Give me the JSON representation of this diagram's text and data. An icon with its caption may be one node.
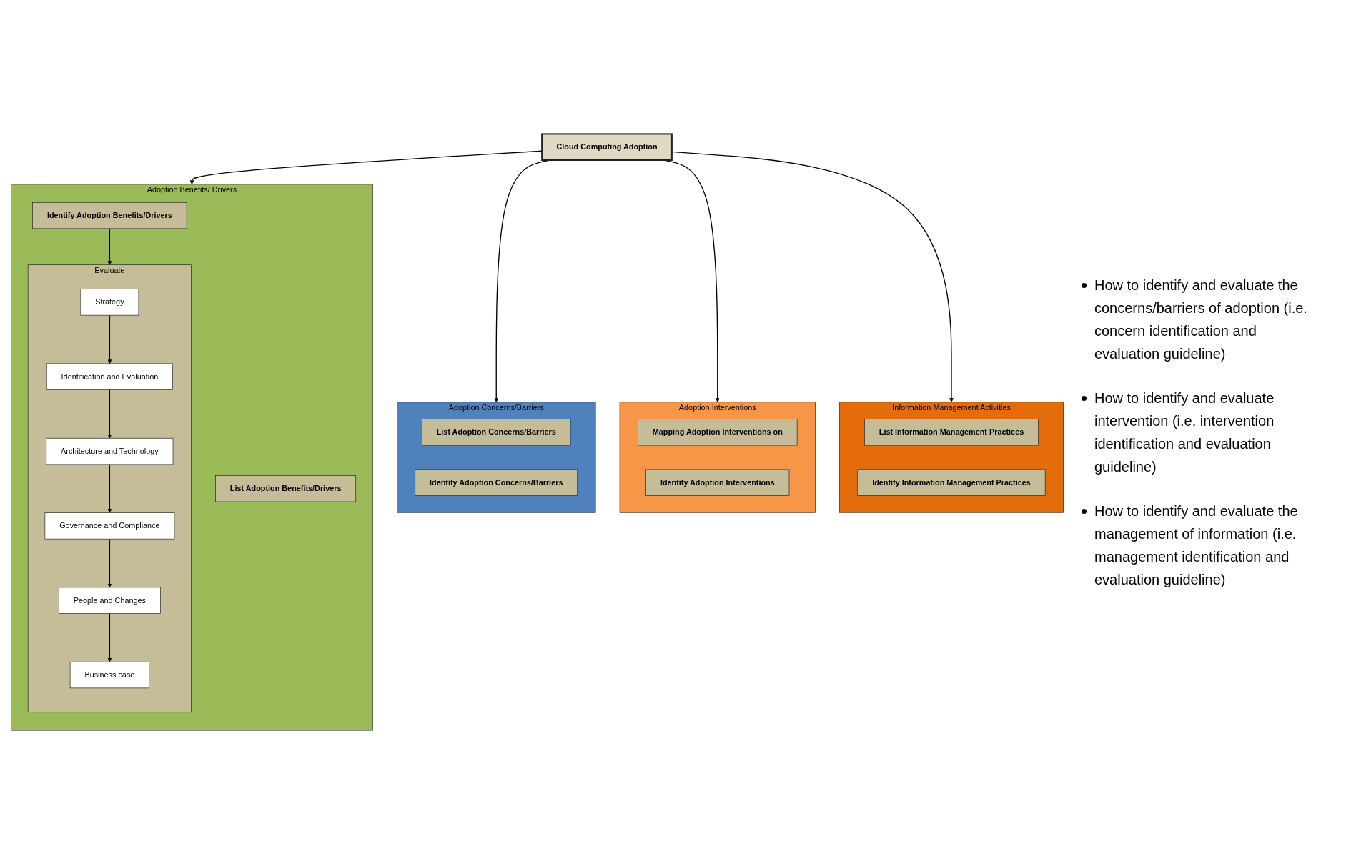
{
  "diagram": {
    "nodes": [
      {
        "text": [
          "Cloud Computing Adoption"
        ]
      },
      {
        "text": [
          "Adoption Benefits/ Drivers"
        ]
      },
      {
        "text": [
          "List Adoption Benefits/Drivers"
        ],
        "in": 1
      },
      {
        "text": [
          "Identify Adoption Benefits/Drivers"
        ],
        "in": 1
      },
      {
        "text": [
          "Evaluate"
        ],
        "in": 1
      },
      {
        "text": [
          "Strategy"
        ],
        "in": 4
      },
      {
        "text": [
          "Identification and Evaluation"
        ],
        "in": 4
      },
      {
        "text": [
          "Architecture and Technology"
        ],
        "in": 4
      },
      {
        "text": [
          "Governance and Compliance"
        ],
        "in": 4
      },
      {
        "text": [
          "People and Changes"
        ],
        "in": 4
      },
      {
        "text": [
          "Business case"
        ],
        "in": 4
      },
      {
        "text": [
          "Adoption Concerns/Barriers"
        ]
      },
      {
        "text": [
          "List Adoption Concerns/Barriers"
        ],
        "in": 11
      },
      {
        "text": [
          "Identify Adoption Concerns/Barriers"
        ],
        "in": 11
      },
      {
        "text": [
          "Adoption Interventions"
        ]
      },
      {
        "text": [
          "Mapping Adoption Interventions on"
        ],
        "in": 14
      },
      {
        "text": [
          "Identify Adoption Interventions"
        ],
        "in": 14
      },
      {
        "text": [
          "Information Management Activities"
        ]
      },
      {
        "text": [
          "List Information Management Practices"
        ],
        "in": 17
      },
      {
        "text": [
          "Identify Information Management Practices"
        ],
        "in": 17
      }
    ],
    "edges": [
      {
        "from": 0,
        "to": 1,
        "arrow": "to"
      },
      {
        "from": 0,
        "to": 11,
        "arrow": "to"
      },
      {
        "from": 0,
        "to": 14,
        "arrow": "to"
      },
      {
        "from": 0,
        "to": 17,
        "arrow": "to"
      },
      {
        "from": 3,
        "to": 4,
        "arrow": "to"
      },
      {
        "from": 5,
        "to": 6,
        "arrow": "to"
      },
      {
        "from": 6,
        "to": 7,
        "arrow": "to"
      },
      {
        "from": 7,
        "to": 8,
        "arrow": "to"
      },
      {
        "from": 8,
        "to": 9,
        "arrow": "to"
      },
      {
        "from": 9,
        "to": 10,
        "arrow": "to"
      }
    ],
    "labels": [
      "How to identify and evaluate the concerns/barriers of adoption (i.e. concern identification and evaluation guideline)",
      "How to identify and evaluate intervention (i.e. intervention identification and evaluation guideline)",
      "How to identify and evaluate the management of information (i.e. management identification and evaluation guideline)"
    ]
  }
}
